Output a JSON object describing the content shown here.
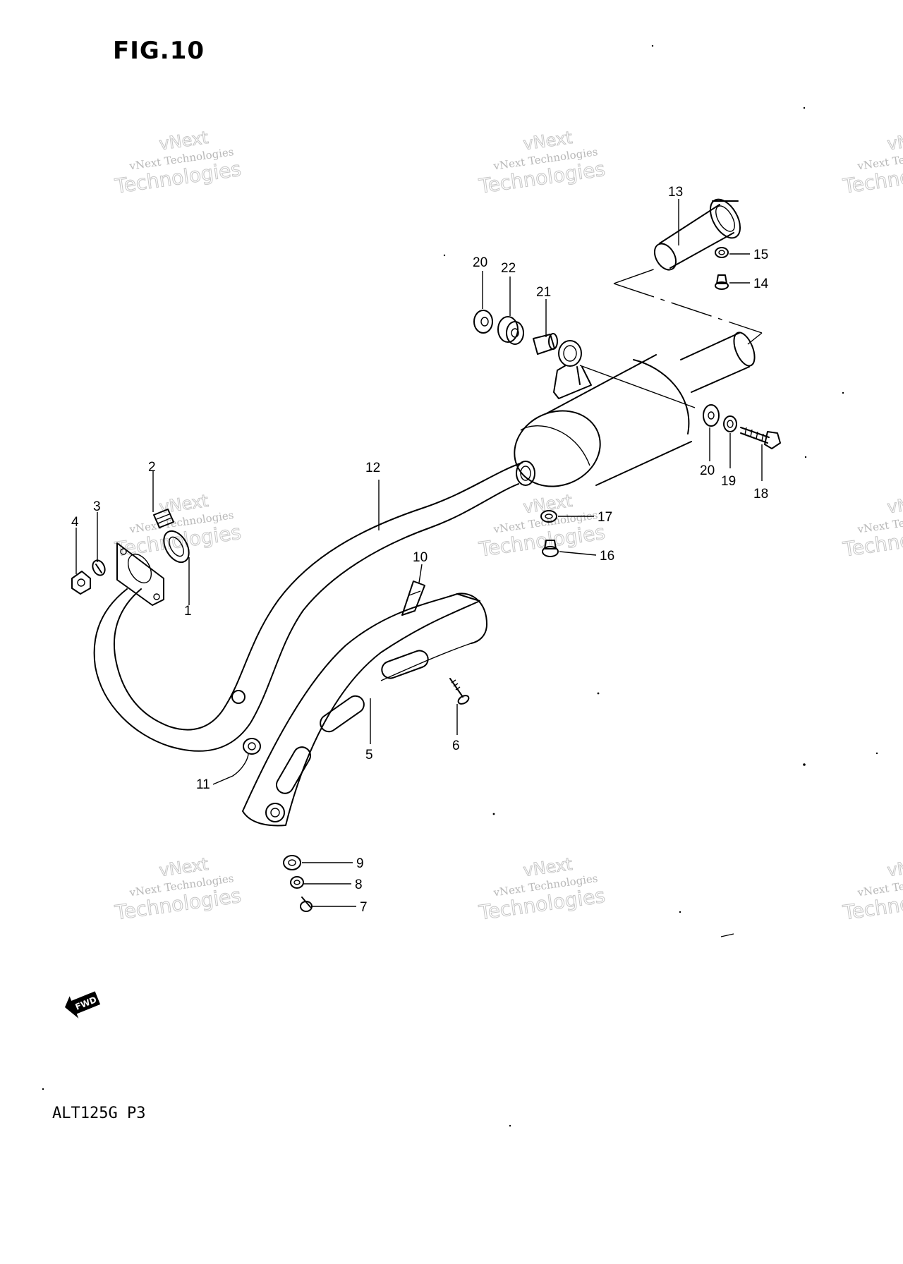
{
  "title": "FIG.10",
  "model_code": "ALT125G P3",
  "fwd_label": "FWD",
  "watermark": {
    "line1": "vNext",
    "line2": "vNext Technologies",
    "line3": "Technologies"
  },
  "callouts": [
    {
      "id": "1",
      "label": "1"
    },
    {
      "id": "2",
      "label": "2"
    },
    {
      "id": "3",
      "label": "3"
    },
    {
      "id": "4",
      "label": "4"
    },
    {
      "id": "5",
      "label": "5"
    },
    {
      "id": "6",
      "label": "6"
    },
    {
      "id": "7",
      "label": "7"
    },
    {
      "id": "8",
      "label": "8"
    },
    {
      "id": "9",
      "label": "9"
    },
    {
      "id": "10",
      "label": "10"
    },
    {
      "id": "11",
      "label": "11"
    },
    {
      "id": "12",
      "label": "12"
    },
    {
      "id": "13",
      "label": "13"
    },
    {
      "id": "14",
      "label": "14"
    },
    {
      "id": "15",
      "label": "15"
    },
    {
      "id": "16",
      "label": "16"
    },
    {
      "id": "17",
      "label": "17"
    },
    {
      "id": "18",
      "label": "18"
    },
    {
      "id": "19",
      "label": "19"
    },
    {
      "id": "20a",
      "label": "20"
    },
    {
      "id": "20b",
      "label": "20"
    },
    {
      "id": "21",
      "label": "21"
    },
    {
      "id": "22",
      "label": "22"
    }
  ]
}
